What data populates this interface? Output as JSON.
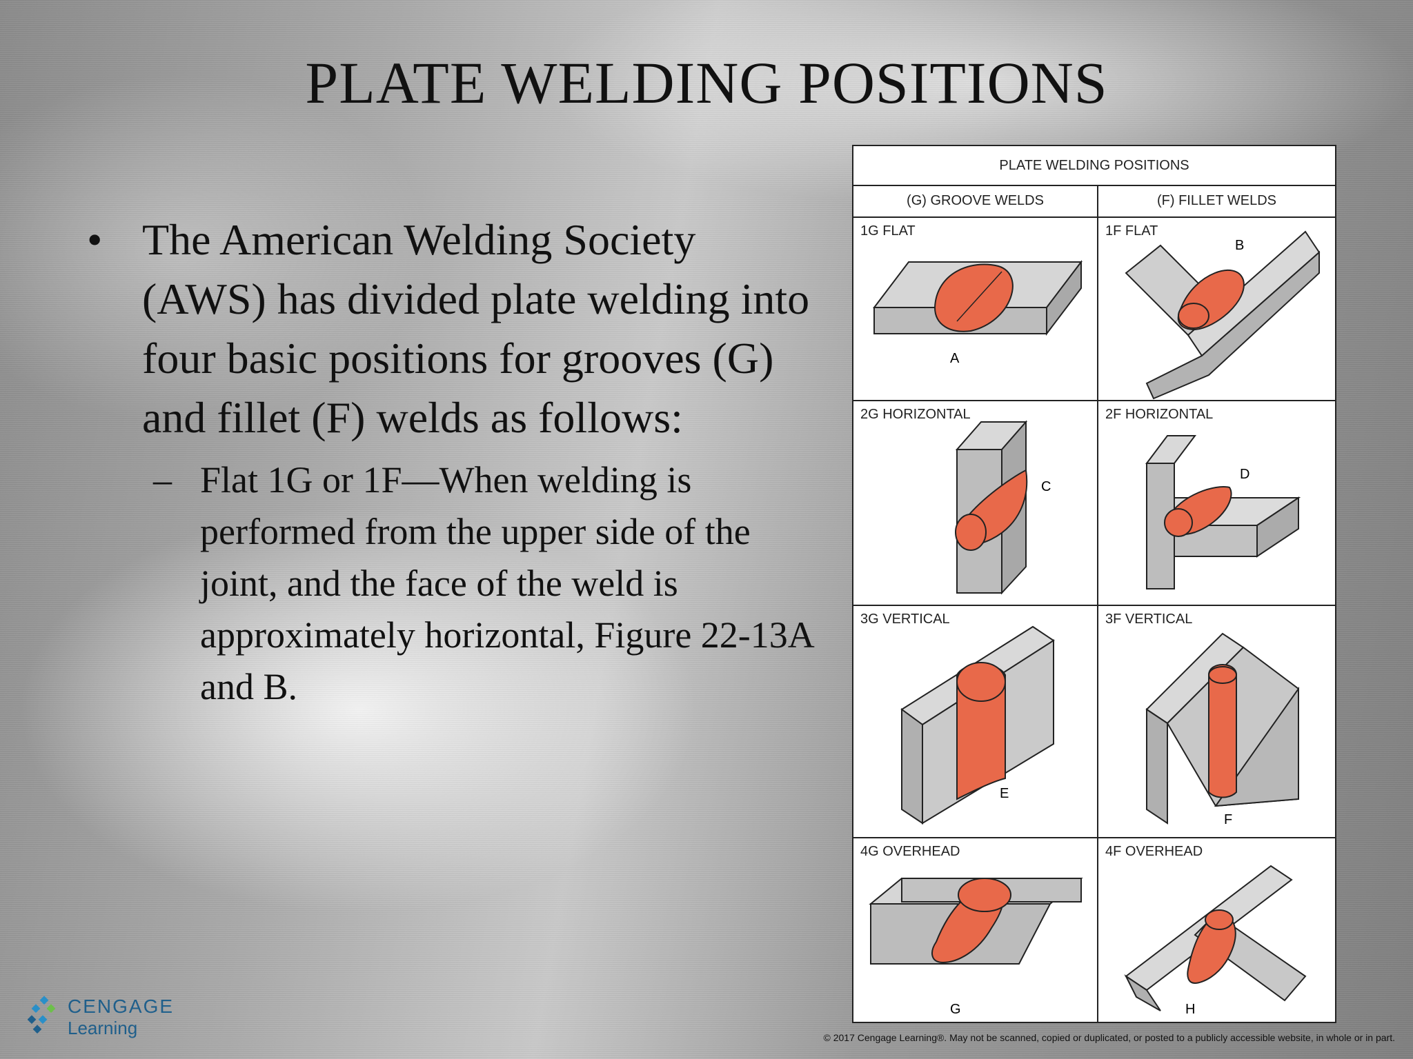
{
  "slide": {
    "title": "PLATE WELDING POSITIONS",
    "bullet_main": "The American Welding Society (AWS) has divided plate welding into four basic positions for grooves (G) and fillet (F) welds as follows:",
    "bullet_main_marker": "•",
    "bullet_sub": "Flat 1G or 1F—When welding is performed from the upper side of the joint, and the face of the weld is approximately horizontal, Figure 22-13A and B.",
    "bullet_sub_marker": "–"
  },
  "figure": {
    "title": "PLATE WELDING POSITIONS",
    "col_groove": "(G) GROOVE WELDS",
    "col_fillet": "(F) FILLET WELDS",
    "weld_color": "#e8694a",
    "cells": [
      {
        "label": "1G FLAT",
        "letter": "A"
      },
      {
        "label": "1F FLAT",
        "letter": "B"
      },
      {
        "label": "2G HORIZONTAL",
        "letter": "C"
      },
      {
        "label": "2F HORIZONTAL",
        "letter": "D"
      },
      {
        "label": "3G VERTICAL",
        "letter": "E"
      },
      {
        "label": "3F VERTICAL",
        "letter": "F"
      },
      {
        "label": "4G OVERHEAD",
        "letter": "G"
      },
      {
        "label": "4F OVERHEAD",
        "letter": "H"
      }
    ]
  },
  "footer": {
    "logo_line1": "CENGAGE",
    "logo_line2": "Learning",
    "copyright": "© 2017 Cengage Learning®. May not be scanned, copied or duplicated, or posted to a publicly accessible website, in whole or in part."
  }
}
